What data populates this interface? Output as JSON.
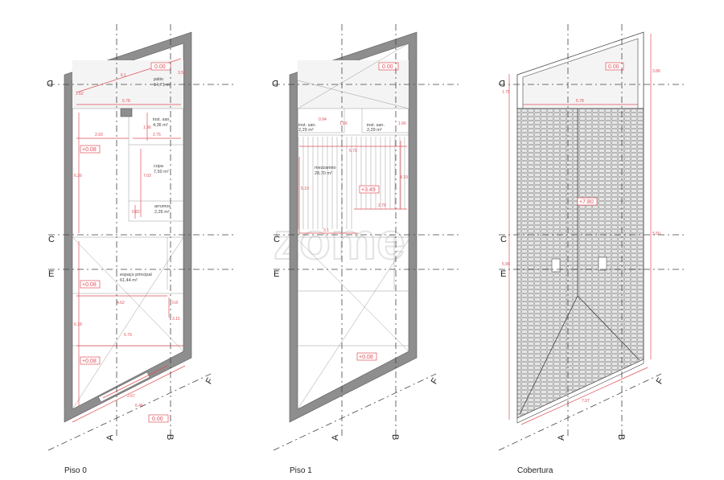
{
  "watermark": "zome",
  "grid_labels": {
    "D": "D",
    "C": "C",
    "E": "E",
    "A": "A",
    "B": "B",
    "F": "F"
  },
  "piso0": {
    "title": "Piso 0",
    "rooms": {
      "patio": {
        "name": "pátio",
        "area": "14,71 m²"
      },
      "inst_san": {
        "name": "inst. san.",
        "area": "4,36 m²"
      },
      "copa": {
        "name": "copa",
        "area": "7,50 m²"
      },
      "arrumos": {
        "name": "arrumos",
        "area": "2,26 m²"
      },
      "espaco": {
        "name": "espaço principal",
        "area": "61,44 m²"
      }
    },
    "levels": [
      "0.00",
      "+0.08",
      "+0.08",
      "+0.08",
      "0.00"
    ],
    "dims": [
      "6.1",
      "5.78",
      "3.52",
      "1.62",
      "2.93",
      "2.75",
      "1.36",
      "6.26",
      "7.03",
      "0.82",
      "4.62",
      "0.8",
      "3.15",
      "5.79",
      "6.18",
      "2.67",
      "6.46"
    ]
  },
  "piso1": {
    "title": "Piso 1",
    "rooms": {
      "inst_san_1": {
        "name": "inst. san.",
        "area": "2,29 m²"
      },
      "inst_san_2": {
        "name": "inst. san.",
        "area": "2,29 m²"
      },
      "mezzanino": {
        "name": "mezzanino",
        "area": "28,70 m²"
      }
    },
    "levels": [
      "0.00",
      "+3.49",
      "+0.08"
    ],
    "dims": [
      "0.94",
      "1.66",
      "1.66",
      "5.79",
      "5.19",
      "4.19",
      "2.76",
      "3.1"
    ]
  },
  "cobertura": {
    "title": "Cobertura",
    "levels": [
      "0.00",
      "+7.80"
    ],
    "dims": [
      "5.78",
      "3.86",
      "1.75",
      "5.50",
      "5.98",
      "7.07"
    ]
  }
}
